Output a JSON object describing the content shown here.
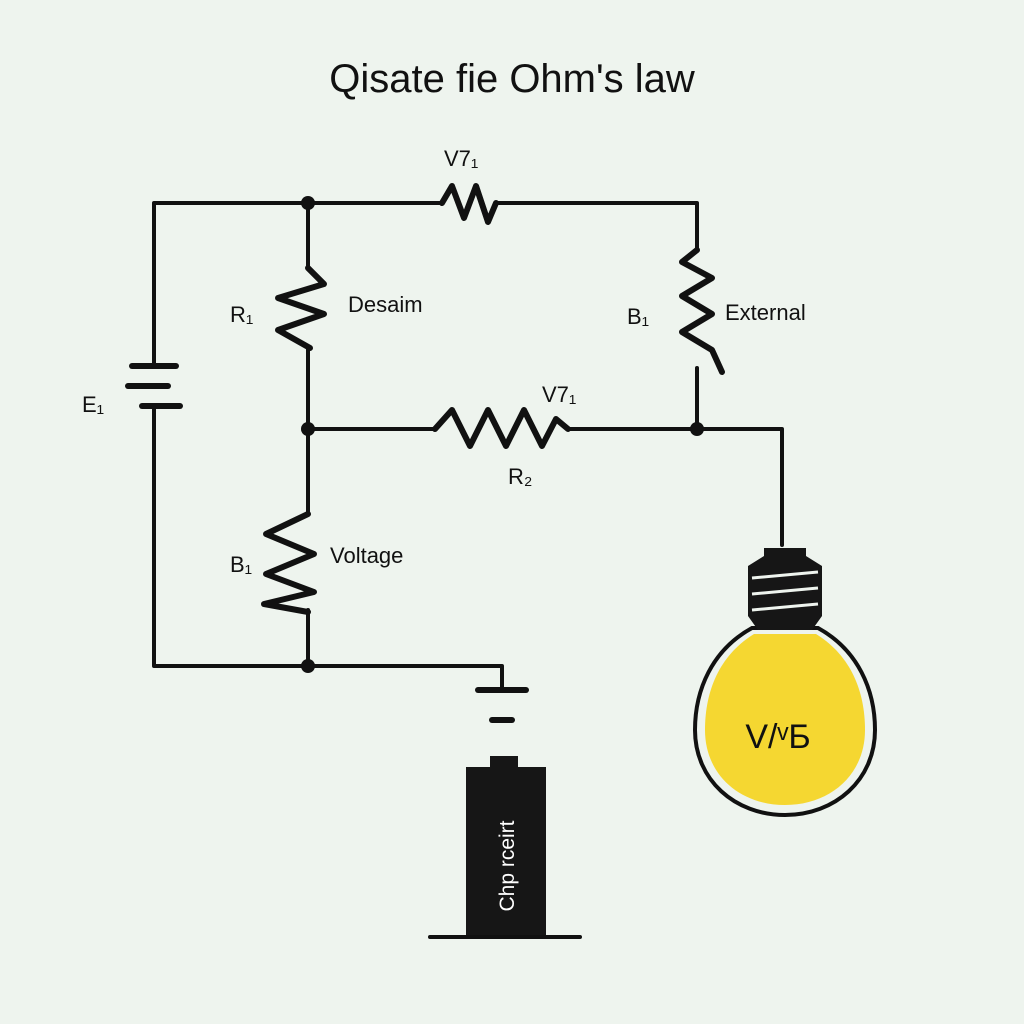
{
  "title": "Qisate fie Ohm's law",
  "labels": {
    "top_resistor": "V7₁",
    "left_resistor": "R₁",
    "left_resistor_tag": "Desaim",
    "right_resistor": "B₁",
    "right_resistor_tag": "External",
    "middle_resistor_top": "V7₁",
    "middle_resistor_bottom": "R₂",
    "lower_resistor": "B₁",
    "lower_resistor_tag": "Voltage",
    "battery": "E₁",
    "bulb": "V/ᵛБ",
    "cell": "Chp rceirt"
  },
  "colors": {
    "background": "#eef4ee",
    "ink": "#111111",
    "bulb_fill": "#f5d731",
    "cell_fill": "#161616",
    "cell_text": "#ffffff"
  }
}
